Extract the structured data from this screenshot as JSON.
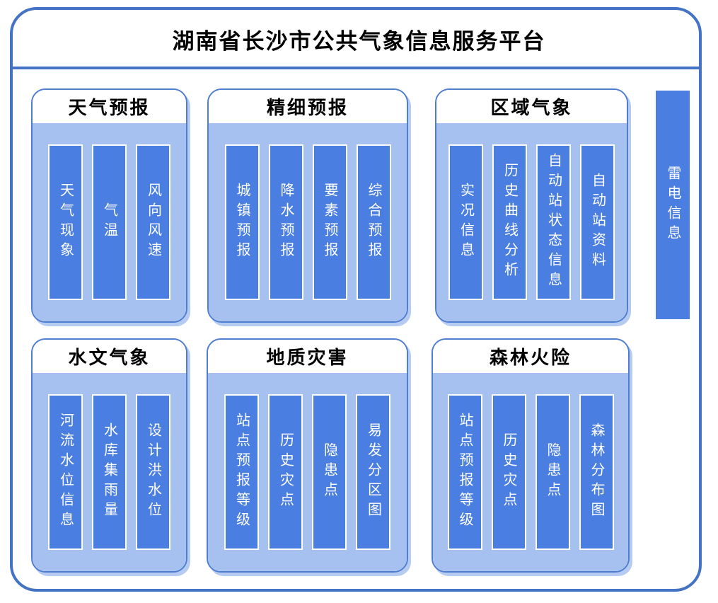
{
  "title": "湖南省长沙市公共气象信息服务平台",
  "panels": [
    {
      "id": "weather-forecast",
      "title": "天气预报",
      "items": [
        "天气现象",
        "气温",
        "风向风速"
      ]
    },
    {
      "id": "fine-forecast",
      "title": "精细预报",
      "items": [
        "城镇预报",
        "降水预报",
        "要素预报",
        "综合预报"
      ]
    },
    {
      "id": "regional-meteorology",
      "title": "区域气象",
      "items": [
        "实况信息",
        "历史曲线分析",
        "自动站状态信息",
        "自动站资料"
      ]
    },
    {
      "id": "hydrology-meteorology",
      "title": "水文气象",
      "items": [
        "河流水位信息",
        "水库集雨量",
        "设计洪水位"
      ]
    },
    {
      "id": "geological-hazard",
      "title": "地质灾害",
      "items": [
        "站点预报等级",
        "历史灾点",
        "隐患点",
        "易发分区图"
      ]
    },
    {
      "id": "forest-fire-risk",
      "title": "森林火险",
      "items": [
        "站点预报等级",
        "历史灾点",
        "隐患点",
        "森林分布图"
      ]
    }
  ],
  "side_bar": {
    "label": "雷电信息"
  },
  "colors": {
    "frame_border": "#4472C4",
    "panel_border": "#4F7DD0",
    "panel_body": "#A6C1EF",
    "bar_fill": "#4A7EE0",
    "bar_border": "#FFFFFF",
    "panel_shadow": "#B6CBF2",
    "title_text": "#000000",
    "bar_text": "#FFFFFF"
  }
}
